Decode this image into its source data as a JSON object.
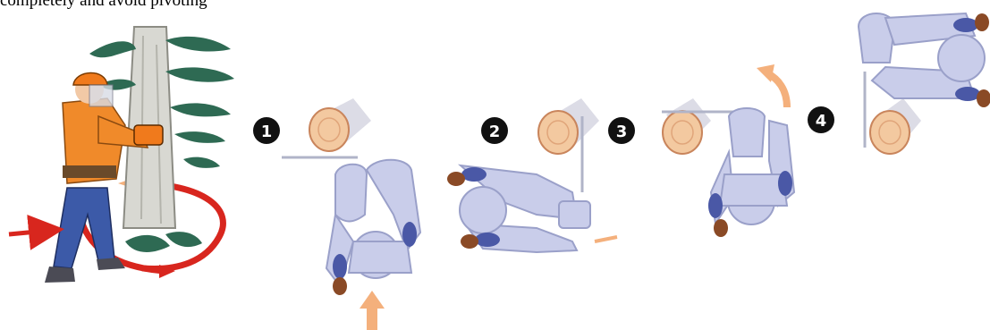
{
  "caption": "completely and avoid pivoting",
  "steps": [
    {
      "number": "1"
    },
    {
      "number": "2"
    },
    {
      "number": "3"
    },
    {
      "number": "4"
    }
  ],
  "colors": {
    "badge": "#111111",
    "figure_fill": "#c9cdea",
    "figure_stroke": "#9aa0c9",
    "glove_knee": "#4a58a6",
    "boot": "#8a4a26",
    "log_fill": "#f3c9a0",
    "log_ring": "#c9855c",
    "arrow_light": "#f4b07c",
    "arrow_red": "#d8261e",
    "vest": "#f08a2a",
    "trousers": "#3c5aa8",
    "helmet": "#f07a1c",
    "foliage": "#2e6a53",
    "trunk": "#d8d8d2"
  }
}
